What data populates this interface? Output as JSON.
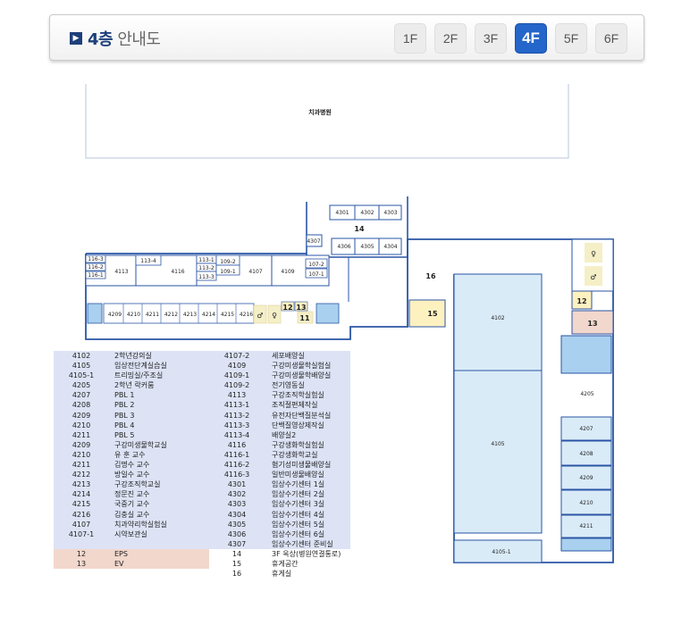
{
  "header": {
    "bullet": "▶",
    "floor_bold": "4층",
    "title_rest": " 안내도",
    "tabs": [
      {
        "label": "1F",
        "active": false
      },
      {
        "label": "2F",
        "active": false
      },
      {
        "label": "3F",
        "active": false
      },
      {
        "label": "4F",
        "active": true
      },
      {
        "label": "5F",
        "active": false
      },
      {
        "label": "6F",
        "active": false
      }
    ]
  },
  "map": {
    "dental_hospital": "치과병원",
    "rooms": {
      "r4301": "4301",
      "r4302": "4302",
      "r4303": "4303",
      "r4306": "4306",
      "r4305": "4305",
      "r4304": "4304",
      "r4307": "4307",
      "r14": "14",
      "r16": "16",
      "r15": "15",
      "r4102": "4102",
      "r4105": "4105",
      "r4105_1": "4105-1",
      "r12": "12",
      "r13": "13",
      "r4205": "4205",
      "r4207": "4207",
      "r4208": "4208",
      "r4209": "4209",
      "r4210": "4210",
      "r4211": "4211",
      "r116_3": "116-3",
      "r116_2": "116-2",
      "r116_1": "116-1",
      "r4113": "4113",
      "r113_4": "113-4",
      "r4116": "4116",
      "r113_1": "113-1",
      "r113_2": "113-2",
      "r113_3": "113-3",
      "r109_2": "109-2",
      "r109_1": "109-1",
      "r4107": "4107",
      "r4109": "4109",
      "r107_2": "107-2",
      "r107_1": "107-1",
      "bottom_row": [
        "4209",
        "4210",
        "4211",
        "4212",
        "4213",
        "4214",
        "4215",
        "4216"
      ],
      "r12b": "12",
      "r13b": "13",
      "r11": "11"
    }
  },
  "legend": {
    "rows": [
      [
        "4102",
        "2학년강의실",
        "4107-2",
        "세포배양실"
      ],
      [
        "4105",
        "임상전단계실습실",
        "4109",
        "구강미생물학실험실"
      ],
      [
        "4105-1",
        "트리밍실/주조실",
        "4109-1",
        "구강미생물학배양실"
      ],
      [
        "4205",
        "2학년 락커룸",
        "4109-2",
        "전기영동실"
      ],
      [
        "4207",
        "PBL 1",
        "4113",
        "구강조직학실험실"
      ],
      [
        "4208",
        "PBL 2",
        "4113-1",
        "조직절편제작실"
      ],
      [
        "4209",
        "PBL 3",
        "4113-2",
        "유전자단백질분석실"
      ],
      [
        "4210",
        "PBL 4",
        "4113-3",
        "단백질영상제작실"
      ],
      [
        "4211",
        "PBL 5",
        "4113-4",
        "배양실2"
      ],
      [
        "4209",
        "구강미생물학교실",
        "4116",
        "구강생화학실험실"
      ],
      [
        "4210",
        "유 훈 교수",
        "4116-1",
        "구강생화학교실"
      ],
      [
        "4211",
        "김명수 교수",
        "4116-2",
        "혐기성미생물배양실"
      ],
      [
        "4212",
        "방일수 교수",
        "4116-3",
        "일반미생물배양실"
      ],
      [
        "4213",
        "구강조직학교실",
        "4301",
        "임상수기센터 1실"
      ],
      [
        "4214",
        "정문진 교수",
        "4302",
        "임상수기센터 2실"
      ],
      [
        "4215",
        "국중기 교수",
        "4303",
        "임상수기센터 3실"
      ],
      [
        "4216",
        "김충실 교수",
        "4304",
        "임상수기센터 4실"
      ],
      [
        "4107",
        "치과약리학실험실",
        "4305",
        "임상수기센터 5실"
      ],
      [
        "4107-1",
        "시약보관실",
        "4306",
        "임상수기센터 6실"
      ],
      [
        "",
        "",
        "4307",
        "임상수기센터 준비실"
      ]
    ],
    "extra_rows": [
      [
        "12",
        "EPS",
        "14",
        "3F 옥상(병원연결통로)"
      ],
      [
        "13",
        "EV",
        "15",
        "휴게공간"
      ],
      [
        "",
        "",
        "16",
        "휴게실"
      ]
    ]
  }
}
